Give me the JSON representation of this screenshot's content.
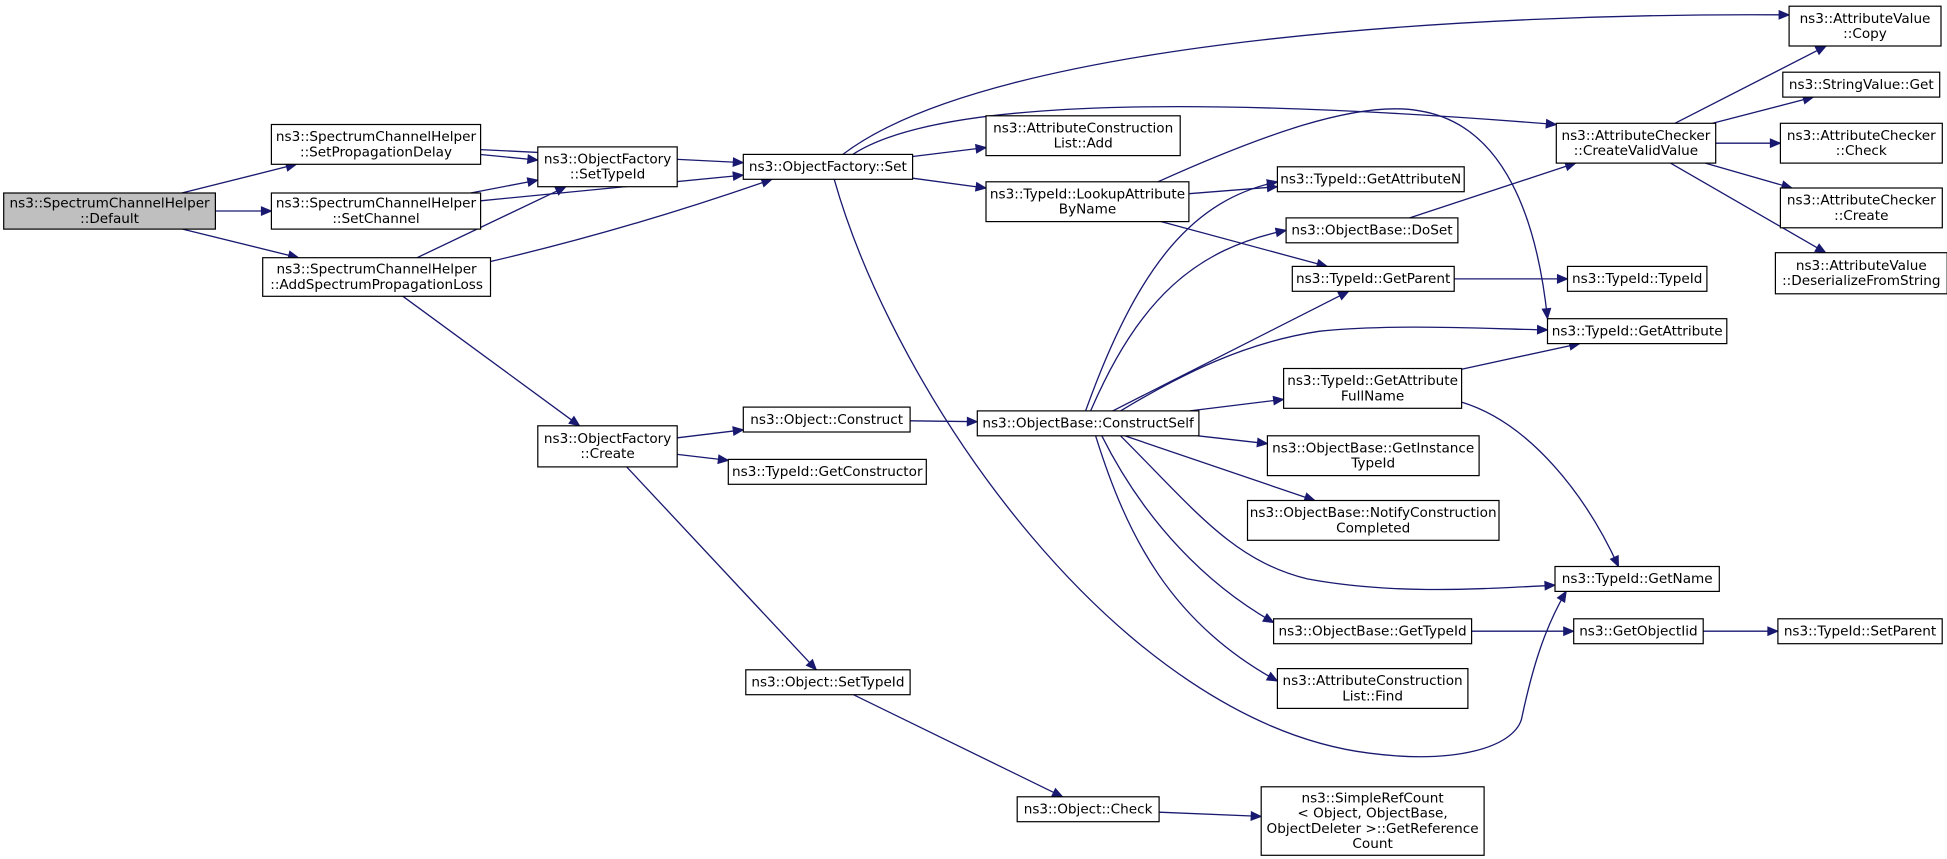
{
  "diagram": {
    "type": "call-graph",
    "nodes": [
      {
        "id": "default",
        "root": true,
        "lines": [
          "ns3::SpectrumChannelHelper",
          "::Default"
        ]
      },
      {
        "id": "setPropDelay",
        "lines": [
          "ns3::SpectrumChannelHelper",
          "::SetPropagationDelay"
        ]
      },
      {
        "id": "setChannel",
        "lines": [
          "ns3::SpectrumChannelHelper",
          "::SetChannel"
        ]
      },
      {
        "id": "addLoss",
        "lines": [
          "ns3::SpectrumChannelHelper",
          "::AddSpectrumPropagationLoss"
        ]
      },
      {
        "id": "ofSetTypeId",
        "lines": [
          "ns3::ObjectFactory",
          "::SetTypeId"
        ]
      },
      {
        "id": "ofCreate",
        "lines": [
          "ns3::ObjectFactory",
          "::Create"
        ]
      },
      {
        "id": "ofSet",
        "lines": [
          "ns3::ObjectFactory::Set"
        ]
      },
      {
        "id": "objConstruct",
        "lines": [
          "ns3::Object::Construct"
        ]
      },
      {
        "id": "getConstructor",
        "lines": [
          "ns3::TypeId::GetConstructor"
        ]
      },
      {
        "id": "objSetTypeId",
        "lines": [
          "ns3::Object::SetTypeId"
        ]
      },
      {
        "id": "objCheck",
        "lines": [
          "ns3::Object::Check"
        ]
      },
      {
        "id": "aclAdd",
        "lines": [
          "ns3::AttributeConstruction",
          "List::Add"
        ]
      },
      {
        "id": "lookupAttr",
        "lines": [
          "ns3::TypeId::LookupAttribute",
          "ByName"
        ]
      },
      {
        "id": "constructSelf",
        "lines": [
          "ns3::ObjectBase::ConstructSelf"
        ]
      },
      {
        "id": "srcGetRef",
        "lines": [
          "ns3::SimpleRefCount",
          "< Object, ObjectBase,",
          " ObjectDeleter >::GetReference",
          "Count"
        ]
      },
      {
        "id": "getAttrN",
        "lines": [
          "ns3::TypeId::GetAttributeN"
        ]
      },
      {
        "id": "doSet",
        "lines": [
          "ns3::ObjectBase::DoSet"
        ]
      },
      {
        "id": "getParent",
        "lines": [
          "ns3::TypeId::GetParent"
        ]
      },
      {
        "id": "getAttrFull",
        "lines": [
          "ns3::TypeId::GetAttribute",
          "FullName"
        ]
      },
      {
        "id": "getInstTypeId",
        "lines": [
          "ns3::ObjectBase::GetInstance",
          "TypeId"
        ]
      },
      {
        "id": "notifyConstr",
        "lines": [
          "ns3::ObjectBase::NotifyConstruction",
          "Completed"
        ]
      },
      {
        "id": "obGetTypeId",
        "lines": [
          "ns3::ObjectBase::GetTypeId"
        ]
      },
      {
        "id": "aclFind",
        "lines": [
          "ns3::AttributeConstruction",
          "List::Find"
        ]
      },
      {
        "id": "createValid",
        "lines": [
          "ns3::AttributeChecker",
          "::CreateValidValue"
        ]
      },
      {
        "id": "typeIdTypeId",
        "lines": [
          "ns3::TypeId::TypeId"
        ]
      },
      {
        "id": "getAttribute",
        "lines": [
          "ns3::TypeId::GetAttribute"
        ]
      },
      {
        "id": "getName",
        "lines": [
          "ns3::TypeId::GetName"
        ]
      },
      {
        "id": "getObjectIid",
        "lines": [
          "ns3::GetObjectIid"
        ]
      },
      {
        "id": "avCopy",
        "lines": [
          "ns3::AttributeValue",
          "::Copy"
        ]
      },
      {
        "id": "svGet",
        "lines": [
          "ns3::StringValue::Get"
        ]
      },
      {
        "id": "acCheck",
        "lines": [
          "ns3::AttributeChecker",
          "::Check"
        ]
      },
      {
        "id": "acCreate",
        "lines": [
          "ns3::AttributeChecker",
          "::Create"
        ]
      },
      {
        "id": "avDeser",
        "lines": [
          "ns3::AttributeValue",
          "::DeserializeFromString"
        ]
      },
      {
        "id": "setParent",
        "lines": [
          "ns3::TypeId::SetParent"
        ]
      }
    ],
    "edges": [
      [
        "default",
        "setPropDelay"
      ],
      [
        "default",
        "setChannel"
      ],
      [
        "default",
        "addLoss"
      ],
      [
        "setPropDelay",
        "ofSetTypeId"
      ],
      [
        "setPropDelay",
        "ofSet"
      ],
      [
        "setChannel",
        "ofSetTypeId"
      ],
      [
        "setChannel",
        "ofSet"
      ],
      [
        "addLoss",
        "ofSetTypeId"
      ],
      [
        "addLoss",
        "ofSet"
      ],
      [
        "addLoss",
        "ofCreate"
      ],
      [
        "ofSet",
        "avCopy"
      ],
      [
        "ofSet",
        "createValid"
      ],
      [
        "ofSet",
        "aclAdd"
      ],
      [
        "ofSet",
        "lookupAttr"
      ],
      [
        "ofSet",
        "getName"
      ],
      [
        "ofCreate",
        "objConstruct"
      ],
      [
        "ofCreate",
        "getConstructor"
      ],
      [
        "ofCreate",
        "objSetTypeId"
      ],
      [
        "objConstruct",
        "constructSelf"
      ],
      [
        "objSetTypeId",
        "objCheck"
      ],
      [
        "objCheck",
        "srcGetRef"
      ],
      [
        "lookupAttr",
        "getAttribute"
      ],
      [
        "lookupAttr",
        "getAttrN"
      ],
      [
        "lookupAttr",
        "getParent"
      ],
      [
        "constructSelf",
        "getAttrN"
      ],
      [
        "constructSelf",
        "doSet"
      ],
      [
        "constructSelf",
        "getParent"
      ],
      [
        "constructSelf",
        "getAttribute"
      ],
      [
        "constructSelf",
        "getAttrFull"
      ],
      [
        "constructSelf",
        "getInstTypeId"
      ],
      [
        "constructSelf",
        "notifyConstr"
      ],
      [
        "constructSelf",
        "getName"
      ],
      [
        "constructSelf",
        "obGetTypeId"
      ],
      [
        "constructSelf",
        "aclFind"
      ],
      [
        "doSet",
        "createValid"
      ],
      [
        "getParent",
        "typeIdTypeId"
      ],
      [
        "getAttrFull",
        "getAttribute"
      ],
      [
        "getAttrFull",
        "getName"
      ],
      [
        "obGetTypeId",
        "getObjectIid"
      ],
      [
        "getObjectIid",
        "setParent"
      ],
      [
        "createValid",
        "avCopy"
      ],
      [
        "createValid",
        "svGet"
      ],
      [
        "createValid",
        "acCheck"
      ],
      [
        "createValid",
        "acCreate"
      ],
      [
        "createValid",
        "avDeser"
      ]
    ],
    "colors": {
      "edge": "#191970",
      "root_fill": "#bfbfbf",
      "node_fill": "#ffffff",
      "border": "#000000"
    }
  }
}
